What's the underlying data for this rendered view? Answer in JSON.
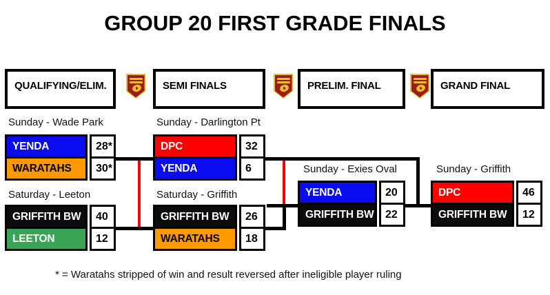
{
  "title": "GROUP 20 FIRST GRADE FINALS",
  "colors": {
    "bracket_line": "#000000",
    "reversal_line": "#fe0000",
    "crest_maroon": "#9b1c20",
    "crest_gold": "#eebd2a"
  },
  "rounds": [
    {
      "label": "QUALIFYING/ELIM."
    },
    {
      "label": "SEMI FINALS"
    },
    {
      "label": "PRELIM. FINAL"
    },
    {
      "label": "GRAND FINAL"
    }
  ],
  "matches": [
    {
      "venue": "Sunday - Wade Park",
      "teams": [
        {
          "name": "YENDA",
          "score": "28*",
          "bg": "#0b0bf0",
          "fg": "#ffffff"
        },
        {
          "name": "WARATAHS",
          "score": "30*",
          "bg": "#ff9900",
          "fg": "#000000"
        }
      ]
    },
    {
      "venue": "Saturday - Leeton",
      "teams": [
        {
          "name": "GRIFFITH BW",
          "score": "40",
          "bg": "#0c0c0c",
          "fg": "#ffffff"
        },
        {
          "name": "LEETON",
          "score": "12",
          "bg": "#3aa655",
          "fg": "#ffffff"
        }
      ]
    },
    {
      "venue": "Sunday - Darlington Pt",
      "teams": [
        {
          "name": "DPC",
          "score": "32",
          "bg": "#fe0000",
          "fg": "#ffffff"
        },
        {
          "name": "YENDA",
          "score": "6",
          "bg": "#0b0bf0",
          "fg": "#ffffff"
        }
      ]
    },
    {
      "venue": "Saturday - Griffith",
      "teams": [
        {
          "name": "GRIFFITH BW",
          "score": "26",
          "bg": "#0c0c0c",
          "fg": "#ffffff"
        },
        {
          "name": "WARATAHS",
          "score": "18",
          "bg": "#ff9900",
          "fg": "#000000"
        }
      ]
    },
    {
      "venue": "Sunday - Exies Oval",
      "teams": [
        {
          "name": "YENDA",
          "score": "20",
          "bg": "#0b0bf0",
          "fg": "#ffffff"
        },
        {
          "name": "GRIFFITH BW",
          "score": "22",
          "bg": "#0c0c0c",
          "fg": "#ffffff"
        }
      ]
    },
    {
      "venue": "Sunday - Griffith",
      "teams": [
        {
          "name": "DPC",
          "score": "46",
          "bg": "#fe0000",
          "fg": "#ffffff"
        },
        {
          "name": "GRIFFITH BW",
          "score": "12",
          "bg": "#0c0c0c",
          "fg": "#ffffff"
        }
      ]
    }
  ],
  "footnote": "* = Waratahs stripped of win and result reversed after ineligible player ruling",
  "chart_data": {
    "type": "table",
    "title": "GROUP 20 FIRST GRADE FINALS",
    "rounds": [
      "QUALIFYING/ELIM.",
      "SEMI FINALS",
      "PRELIM. FINAL",
      "GRAND FINAL"
    ],
    "results": [
      {
        "round": "QUALIFYING/ELIM.",
        "venue": "Sunday - Wade Park",
        "home": "YENDA",
        "home_score": "28*",
        "away": "WARATAHS",
        "away_score": "30*"
      },
      {
        "round": "QUALIFYING/ELIM.",
        "venue": "Saturday - Leeton",
        "home": "GRIFFITH BW",
        "home_score": "40",
        "away": "LEETON",
        "away_score": "12"
      },
      {
        "round": "SEMI FINALS",
        "venue": "Sunday - Darlington Pt",
        "home": "DPC",
        "home_score": "32",
        "away": "YENDA",
        "away_score": "6"
      },
      {
        "round": "SEMI FINALS",
        "venue": "Saturday - Griffith",
        "home": "GRIFFITH BW",
        "home_score": "26",
        "away": "WARATAHS",
        "away_score": "18"
      },
      {
        "round": "PRELIM. FINAL",
        "venue": "Sunday - Exies Oval",
        "home": "YENDA",
        "home_score": "20",
        "away": "GRIFFITH BW",
        "away_score": "22"
      },
      {
        "round": "GRAND FINAL",
        "venue": "Sunday - Griffith",
        "home": "DPC",
        "home_score": "46",
        "away": "GRIFFITH BW",
        "away_score": "12"
      }
    ],
    "note": "* = Waratahs stripped of win and result reversed after ineligible player ruling"
  }
}
